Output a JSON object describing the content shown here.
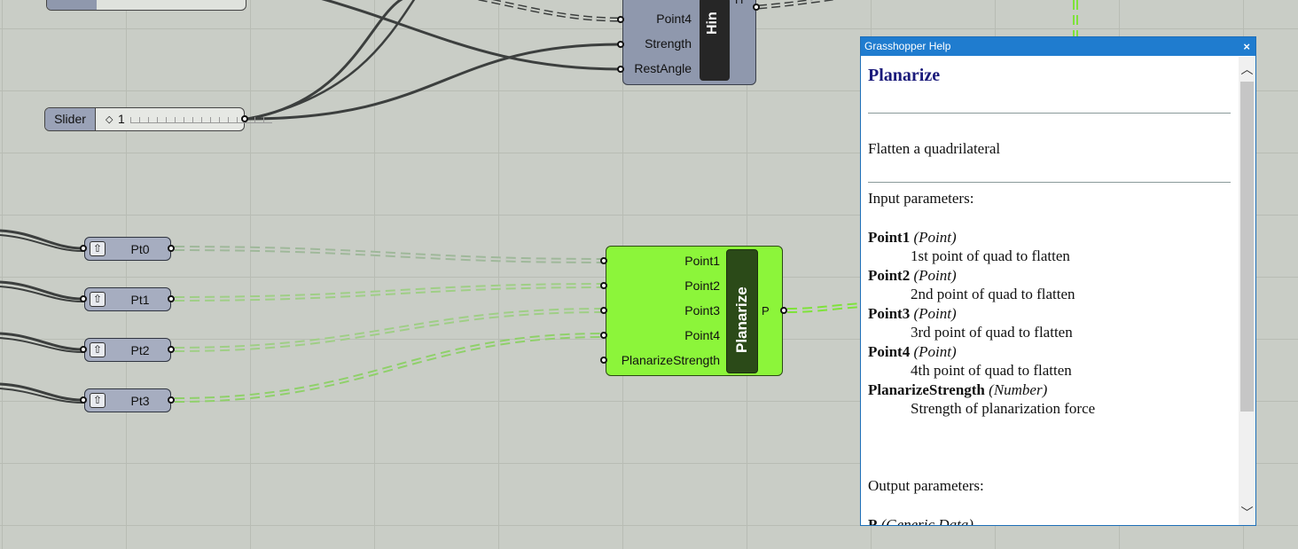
{
  "help_window": {
    "title": "Grasshopper Help",
    "close_label": "×",
    "heading": "Planarize",
    "description": "Flatten a quadrilateral",
    "input_title": "Input parameters:",
    "inputs": [
      {
        "name": "Point1",
        "type": "(Point)",
        "desc": "1st point of quad to flatten"
      },
      {
        "name": "Point2",
        "type": "(Point)",
        "desc": "2nd point of quad to flatten"
      },
      {
        "name": "Point3",
        "type": "(Point)",
        "desc": "3rd point of quad to flatten"
      },
      {
        "name": "Point4",
        "type": "(Point)",
        "desc": "4th point of quad to flatten"
      },
      {
        "name": "PlanarizeStrength",
        "type": "(Number)",
        "desc": "Strength of planarization force"
      }
    ],
    "output_title": "Output parameters:",
    "outputs": [
      {
        "name": "P",
        "type": "(Generic Data)"
      }
    ],
    "scroll_up_icon": "chevron-up-icon",
    "scroll_down_icon": "chevron-down-icon"
  },
  "hinge": {
    "title": "Hin",
    "inputs": [
      "Point4",
      "Strength",
      "RestAngle"
    ],
    "output": "H"
  },
  "slider": {
    "label": "Slider",
    "value": "1"
  },
  "points": [
    "Pt0",
    "Pt1",
    "Pt2",
    "Pt3"
  ],
  "planarize": {
    "title": "Planarize",
    "inputs": [
      "Point1",
      "Point2",
      "Point3",
      "Point4",
      "PlanarizeStrength"
    ],
    "output": "P"
  },
  "colors": {
    "canvas": "#c9cdc6",
    "component_grey": "#8f98ad",
    "component_green": "#8cf53a",
    "wire_dark": "#3c3f3e",
    "wire_green": "#7fe23b",
    "help_title": "#1f7ccf"
  }
}
